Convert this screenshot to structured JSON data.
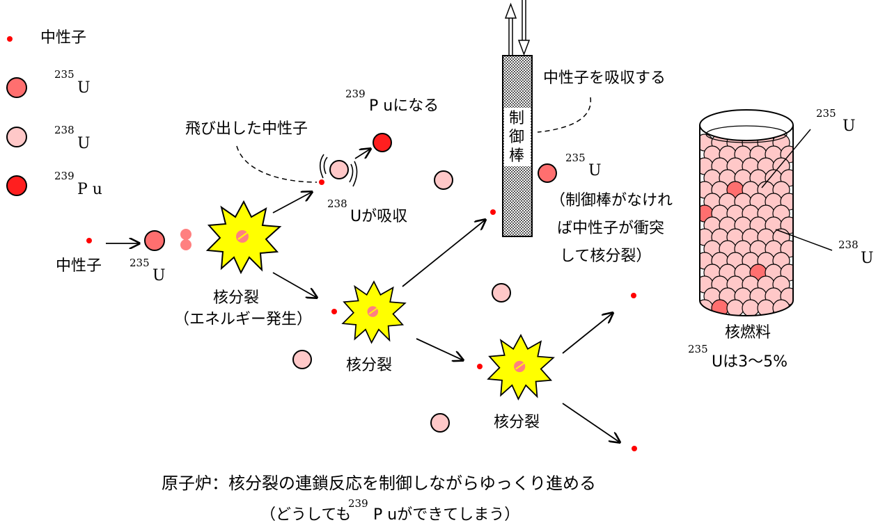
{
  "legend": {
    "neutron": "中性子",
    "u235_mass": "235",
    "u235_sym": "U",
    "u238_mass": "238",
    "u238_sym": "U",
    "pu239_mass": "239",
    "pu239_sym": "P u"
  },
  "labels": {
    "start_neutron": "中性子",
    "start_u_mass": "235",
    "start_u_sym": "U",
    "fission1_title": "核分裂",
    "fission1_sub": "（エネルギー発生）",
    "fission2": "核分裂",
    "fission3": "核分裂",
    "ejected_neutron": "飛び出した中性子",
    "u238_absorb_mass": "238",
    "u238_absorb_text": "Uが吸収",
    "pu_become_mass": "239",
    "pu_become_text": "P uになる",
    "control_rod": "制御棒",
    "absorbs_neutron": "中性子を吸収する",
    "rod_u_mass": "235",
    "rod_u_sym": "U",
    "rod_note_1": "（制御棒がなけれ",
    "rod_note_2": "ば中性子が衝突",
    "rod_note_3": "して核分裂）",
    "fuel_u235_mass": "235",
    "fuel_u235_sym": "U",
    "fuel_u238_mass": "238",
    "fuel_u238_sym": "U",
    "fuel_title": "核燃料",
    "fuel_ratio_mass": "235",
    "fuel_ratio_text": "Uは3～5%"
  },
  "caption": {
    "line1": "原子炉：核分裂の連鎖反応を制御しながらゆっくり進める",
    "line2_pre": "（どうしても",
    "line2_mass": "239",
    "line2_post": "P uができてしまう）"
  },
  "colors": {
    "neutron": "#ff0000",
    "u235": "#ff6f6f",
    "u238": "#ffc8c8",
    "pu239": "#ff1f1f",
    "burst": "#ffff00",
    "burst_core": "#ff8080"
  }
}
